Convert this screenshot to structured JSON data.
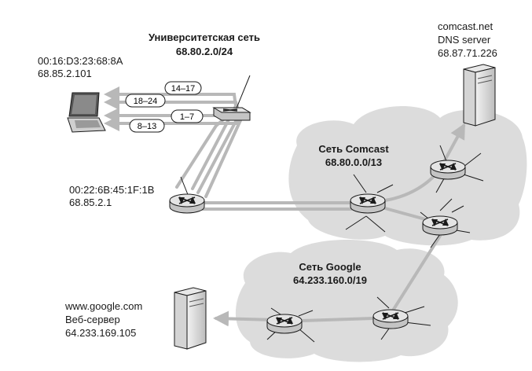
{
  "networks": {
    "university": {
      "name": "Университетская сеть",
      "prefix": "68.80.2.0/24"
    },
    "comcast": {
      "name": "Сеть Comcast",
      "prefix": "68.80.0.0/13"
    },
    "google": {
      "name": "Сеть Google",
      "prefix": "64.233.160.0/19"
    }
  },
  "hosts": {
    "laptop": {
      "mac": "00:16:D3:23:68:8A",
      "ip": "68.85.2.101"
    },
    "gateway": {
      "mac": "00:22:6B:45:1F:1B",
      "ip": "68.85.2.1"
    },
    "dns_server": {
      "line1": "comcast.net",
      "line2": "DNS server",
      "ip": "68.87.71.226"
    },
    "web_server": {
      "line1": "www.google.com",
      "line2": "Веб-сервер",
      "ip": "64.233.169.105"
    }
  },
  "steps": {
    "s14_17": "14–17",
    "s18_24": "18–24",
    "s1_7": "1–7",
    "s8_13": "8–13"
  },
  "colors": {
    "cloud": "#dcdcdc",
    "path": "#b8b8b8",
    "router_fill": "#c4c4c4",
    "router_top": "#e4e4e4",
    "line": "#1a1a1a"
  }
}
